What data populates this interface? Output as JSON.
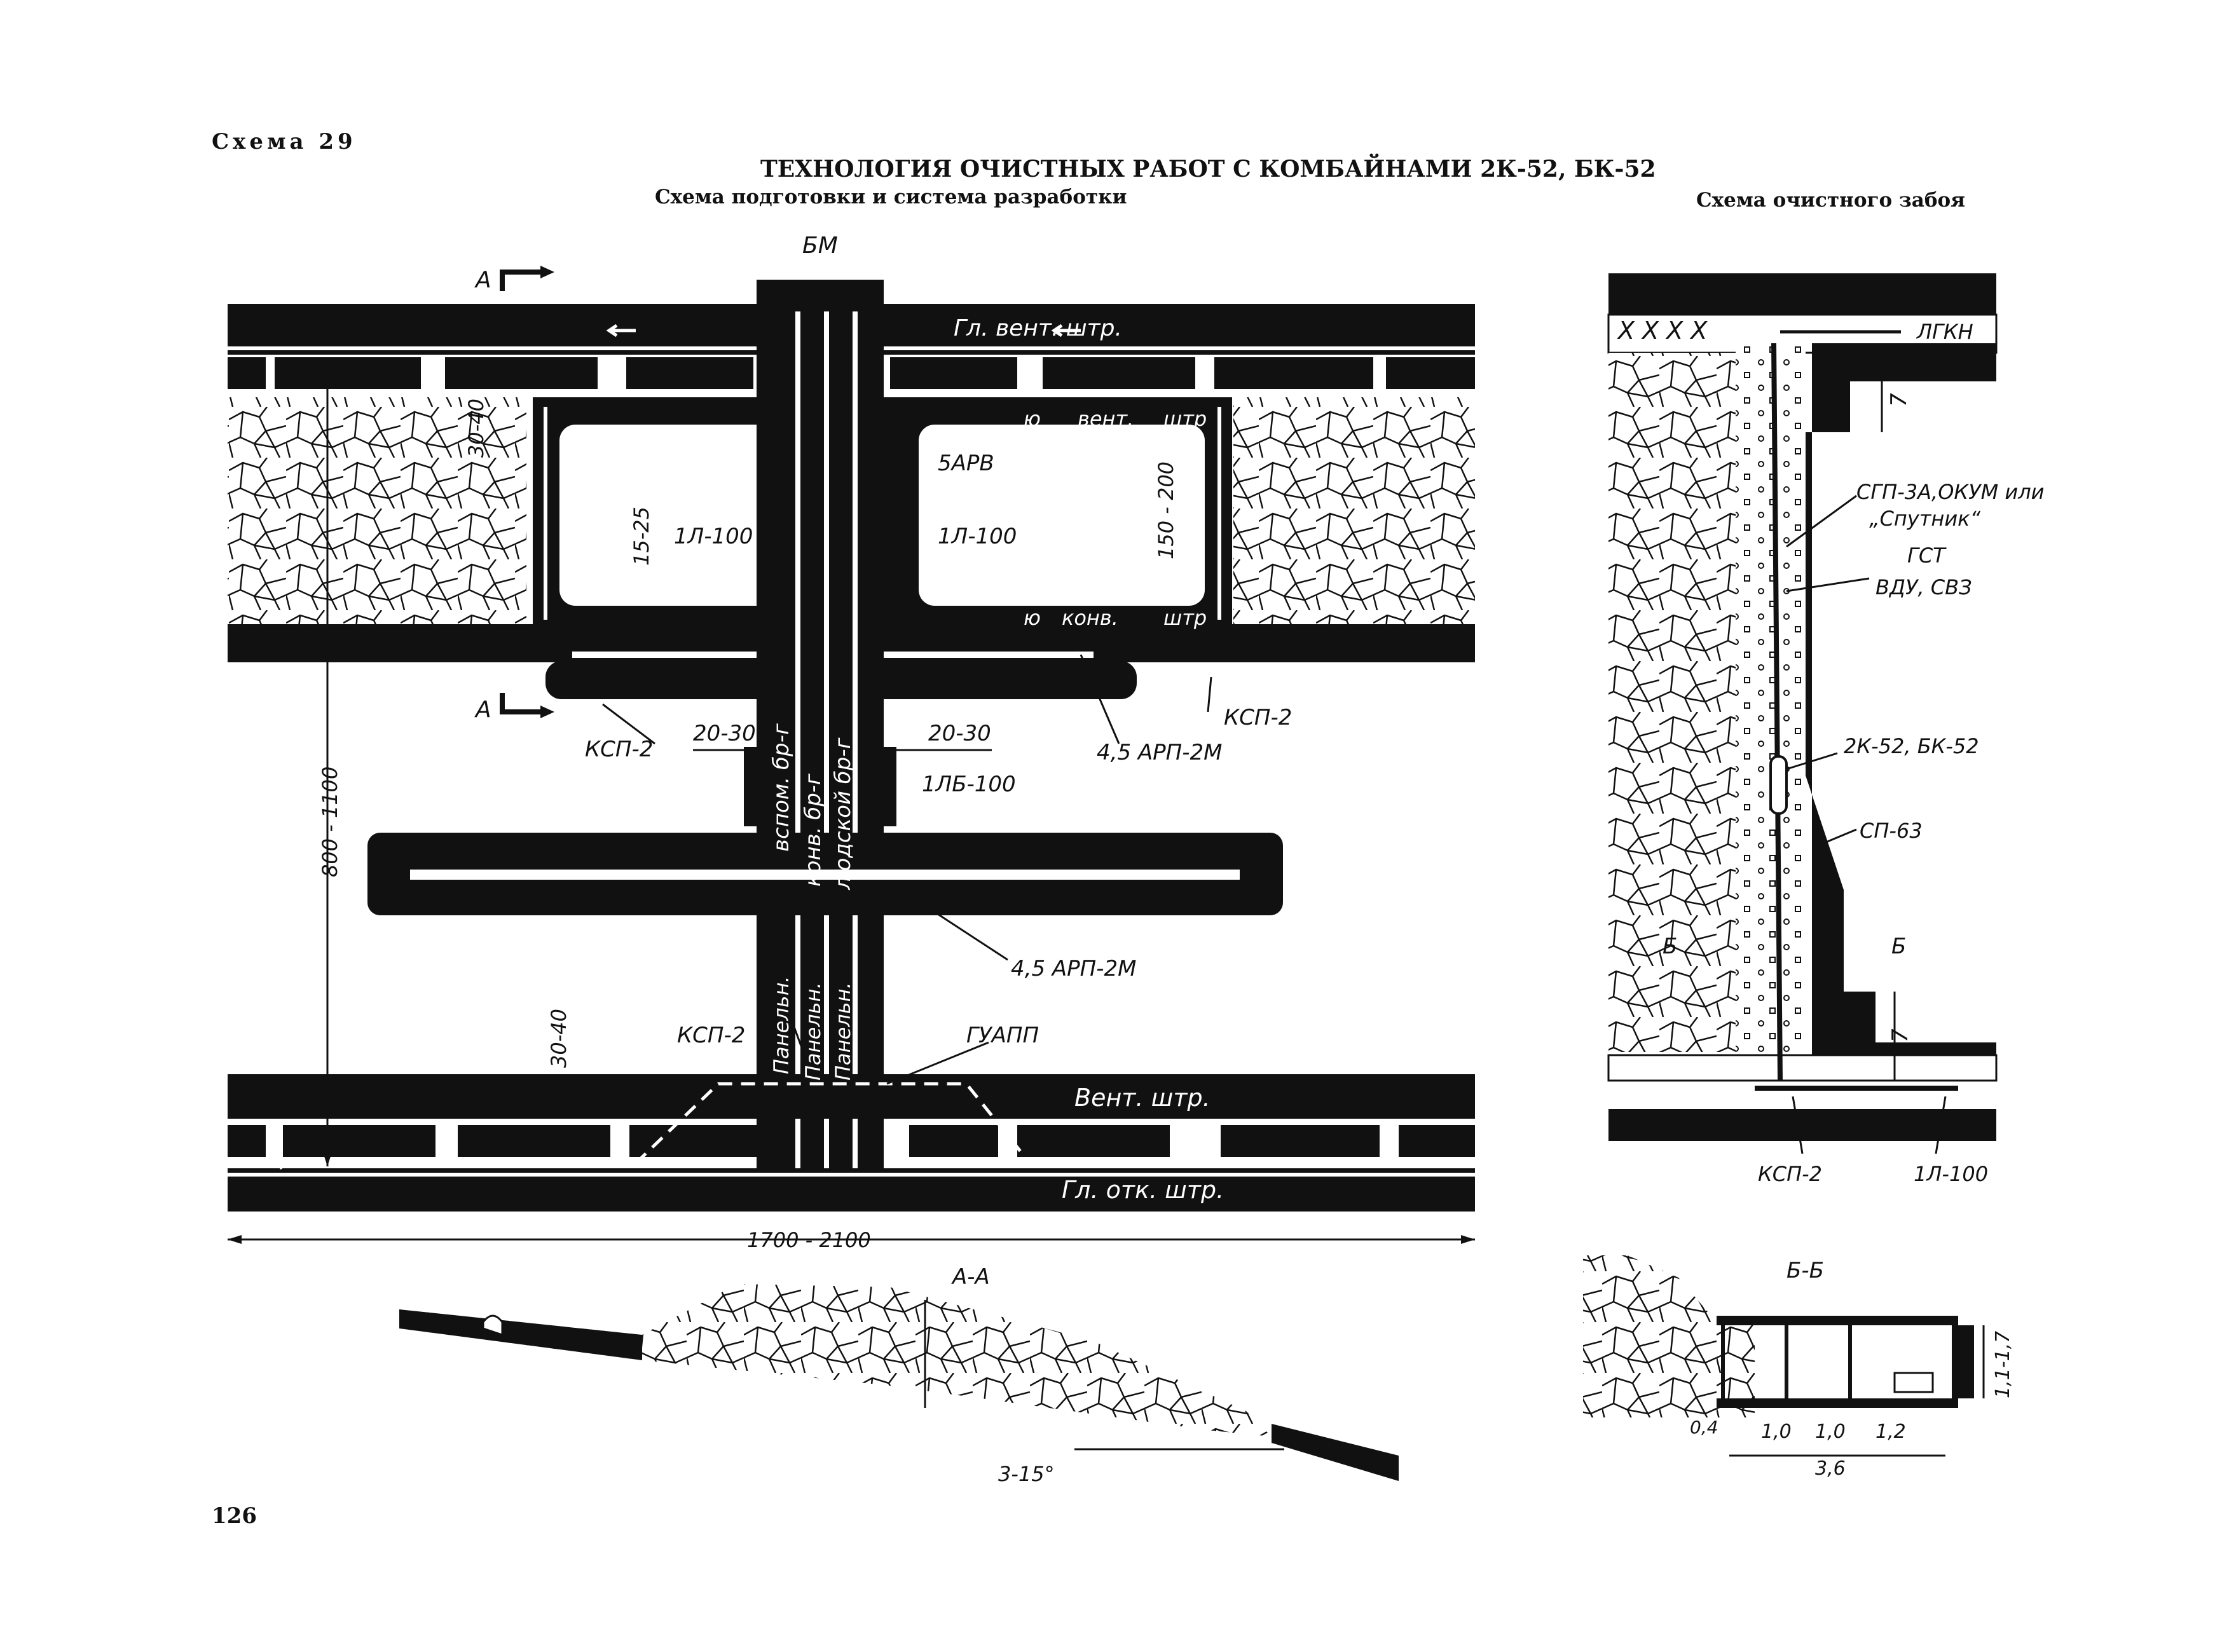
{
  "header": {
    "scheme_number": "Схема 29",
    "title": "ТЕХНОЛОГИЯ ОЧИСТНЫХ РАБОТ С КОМБАЙНАМИ 2К-52, БК-52",
    "subtitle_left": "Схема подготовки и система разработки",
    "subtitle_right": "Схема очистного забоя",
    "page_number": "126"
  },
  "plan": {
    "label_bm": "БМ",
    "section_a": "А",
    "drift_main_vent": "Гл. вент. штр.",
    "drift_vent": "Вент. штр.",
    "drift_vent_upper_a": "ю",
    "drift_vent_upper_b": "вент.",
    "drift_vent_upper_c": "штр",
    "drift_conv_a": "ю",
    "drift_conv_b": "конв.",
    "drift_conv_c": "штр",
    "drift_main_haul": "Гл. отк. штр.",
    "dim_30_40": "30-40",
    "dim_15_25": "15-25",
    "dim_150_200": "150 - 200",
    "dim_800_1100": "800 - 1100",
    "dim_1700_2100": "1700 - 2100",
    "dim_20_30": "20-30",
    "eq_1l100": "1Л-100",
    "eq_5arv": "5АРВ",
    "eq_ksp2": "КСП-2",
    "eq_arp": "4,5 АРП-2М",
    "eq_1lb100": "1ЛБ-100",
    "eq_guapp": "ГУАПП",
    "br_aux": "вспом. бр-г",
    "br_conv": "конв. бр-г",
    "br_people": "людской бр-г",
    "panel": "Панельн."
  },
  "face": {
    "lgkn": "ЛГКН",
    "dim_7": "7",
    "sgp": "СГП-3А,ОКУМ или",
    "sputnik": "„Спутник“",
    "gst": "ГСТ",
    "vdu": "ВДУ, СВЗ",
    "combines": "2К-52, БК-52",
    "sp63": "СП-63",
    "section_b": "Б",
    "ksp2": "КСП-2",
    "l100": "1Л-100"
  },
  "section_aa": {
    "title": "А-А",
    "angle": "3-15°"
  },
  "section_bb": {
    "title": "Б-Б",
    "d_04": "0,4",
    "d_10a": "1,0",
    "d_10b": "1,0",
    "d_12": "1,2",
    "d_36": "3,6",
    "h_11_17": "1,1-1,7"
  }
}
